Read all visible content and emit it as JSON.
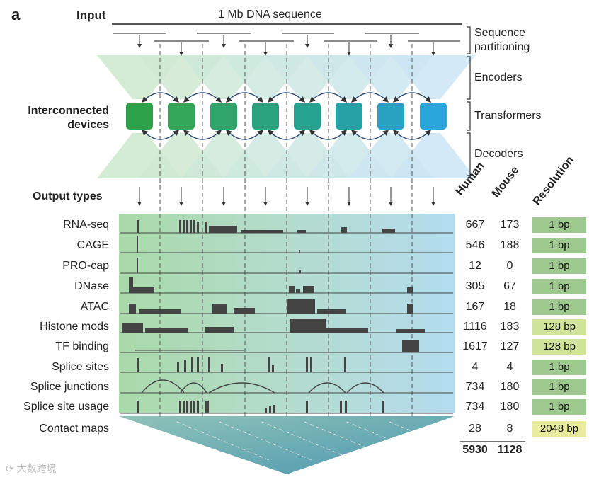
{
  "panel_letter": "a",
  "input_label": "Input",
  "sequence_label": "1 Mb DNA sequence",
  "stages": [
    "Sequence partitioning",
    "Encoders",
    "Transformers",
    "Decoders"
  ],
  "stage_lines": {
    "sequence_partitioning": [
      "Sequence",
      "partitioning"
    ]
  },
  "devices_label": [
    "Interconnected",
    "devices"
  ],
  "output_types_label": "Output types",
  "column_headers": {
    "human": "Human",
    "mouse": "Mouse",
    "resolution": "Resolution"
  },
  "device_colors": [
    "#2ea24a",
    "#33a65a",
    "#2fa56c",
    "#2aa37c",
    "#26a290",
    "#26a2a6",
    "#2aa3c2",
    "#2aa6dd"
  ],
  "rows": [
    {
      "name": "RNA-seq",
      "human": "667",
      "mouse": "173",
      "resolution": "1 bp",
      "res_color": "#9dc98e"
    },
    {
      "name": "CAGE",
      "human": "546",
      "mouse": "188",
      "resolution": "1 bp",
      "res_color": "#9dc98e"
    },
    {
      "name": "PRO-cap",
      "human": "12",
      "mouse": "0",
      "resolution": "1 bp",
      "res_color": "#9dc98e"
    },
    {
      "name": "DNase",
      "human": "305",
      "mouse": "67",
      "resolution": "1 bp",
      "res_color": "#9dc98e"
    },
    {
      "name": "ATAC",
      "human": "167",
      "mouse": "18",
      "resolution": "1 bp",
      "res_color": "#9dc98e"
    },
    {
      "name": "Histone mods",
      "human": "1116",
      "mouse": "183",
      "resolution": "128 bp",
      "res_color": "#cfe49a"
    },
    {
      "name": "TF binding",
      "human": "1617",
      "mouse": "127",
      "resolution": "128 bp",
      "res_color": "#cfe49a"
    },
    {
      "name": "Splice sites",
      "human": "4",
      "mouse": "4",
      "resolution": "1 bp",
      "res_color": "#9dc98e"
    },
    {
      "name": "Splice junctions",
      "human": "734",
      "mouse": "180",
      "resolution": "1 bp",
      "res_color": "#9dc98e"
    },
    {
      "name": "Splice site usage",
      "human": "734",
      "mouse": "180",
      "resolution": "1 bp",
      "res_color": "#9dc98e"
    },
    {
      "name": "Contact maps",
      "human": "28",
      "mouse": "8",
      "resolution": "2048 bp",
      "res_color": "#e9eb9e"
    }
  ],
  "totals": {
    "human": "5930",
    "mouse": "1128"
  },
  "watermark": "大数跨境"
}
